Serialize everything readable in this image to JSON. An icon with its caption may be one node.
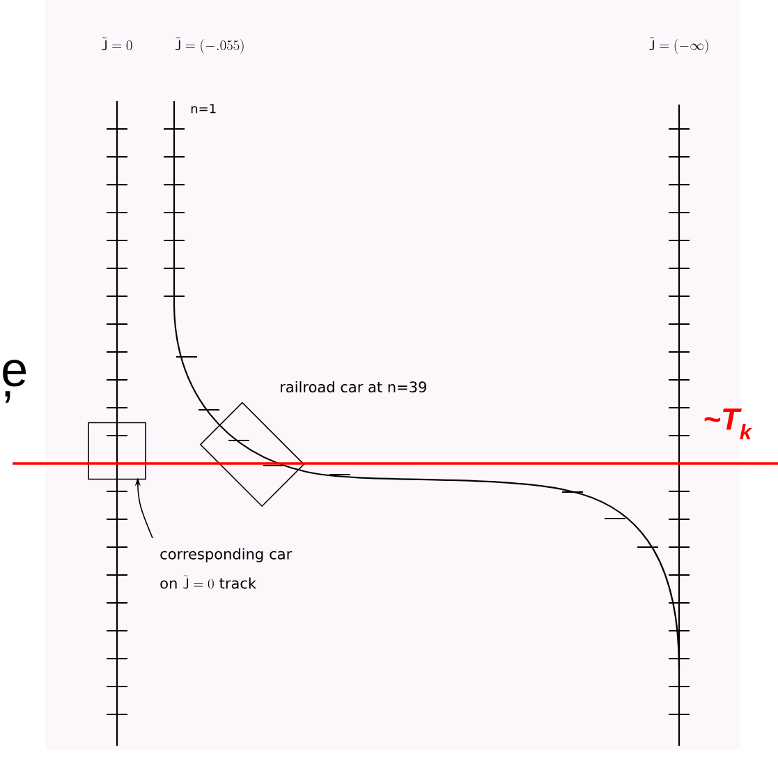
{
  "diagram": {
    "nodes": [
      {
        "text": [
          "\\begin{array}{l}\\text{corresponding car}\\\\[6pt]\\text{on }\\tilde{\\mathsf{J}}=0\\text{ track}\\end{array}"
        ]
      },
      {
        "text": [],
        "shape": "box"
      },
      {
        "text": [],
        "shape": "box",
        "beside": [
          "railroad car at n=39"
        ]
      }
    ],
    "edges": [
      {
        "from": 0,
        "to": 1,
        "arrow": "to"
      }
    ],
    "labels": [
      "\\tilde{\\mathsf{J}}=0",
      "\\tilde{\\mathsf{J}}= (-.055)",
      "\\tilde{\\mathsf{J}}=(-\\infty)",
      "n=1",
      "e",
      ",",
      "~T$_{k}$"
    ]
  }
}
